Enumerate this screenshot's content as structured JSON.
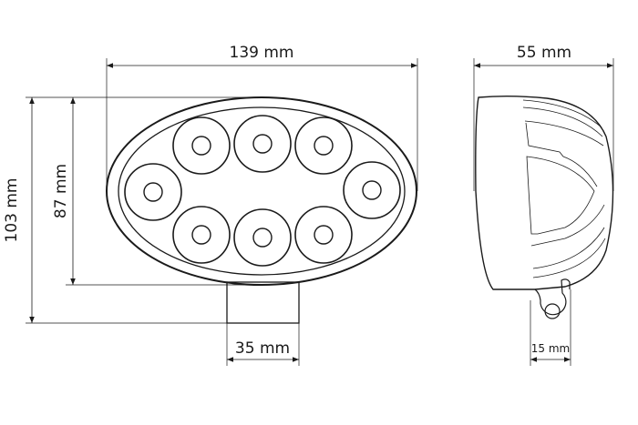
{
  "dimensions": {
    "width_label": "139 mm",
    "depth_label": "55 mm",
    "total_height_label": "103 mm",
    "body_height_label": "87 mm",
    "mount_width_label": "35 mm",
    "bracket_width_label": "15 mm"
  },
  "front_view": {
    "led_count": 8
  },
  "colors": {
    "line": "#1a1a1a",
    "background": "#ffffff"
  }
}
